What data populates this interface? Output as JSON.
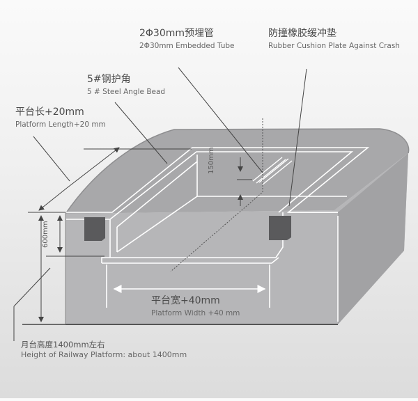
{
  "diagram": {
    "type": "platform-cross-section-schematic",
    "colors": {
      "background_top": "#fafafa",
      "background_bottom": "#dcdcdc",
      "platform_body": "#b4b4b6",
      "platform_top": "#a9a9ab",
      "cushion_block": "#5a5a5c",
      "outline": "#ffffff",
      "leader_line": "#444444"
    },
    "labels": {
      "embedded_tube": {
        "zh": "2Φ30mm预埋管",
        "en": "2Φ30mm Embedded Tube"
      },
      "cushion_plate": {
        "zh": "防撞橡胶缓冲垫",
        "en": "Rubber Cushion Plate Against Crash"
      },
      "angle_bead": {
        "zh": "5#钢护角",
        "en": "5 # Steel Angle Bead"
      },
      "platform_length": {
        "zh": "平台长+20mm",
        "en": "Platform Length+20 mm"
      },
      "platform_width": {
        "zh": "平台宽+40mm",
        "en": "Platform Width +40 mm"
      },
      "platform_height": {
        "zh": "月台高度1400mm左右",
        "en": "Height of Railway Platform: about 1400mm"
      }
    },
    "dimensions": {
      "pit_depth": "600mm",
      "tube_offset": "150mm"
    }
  }
}
